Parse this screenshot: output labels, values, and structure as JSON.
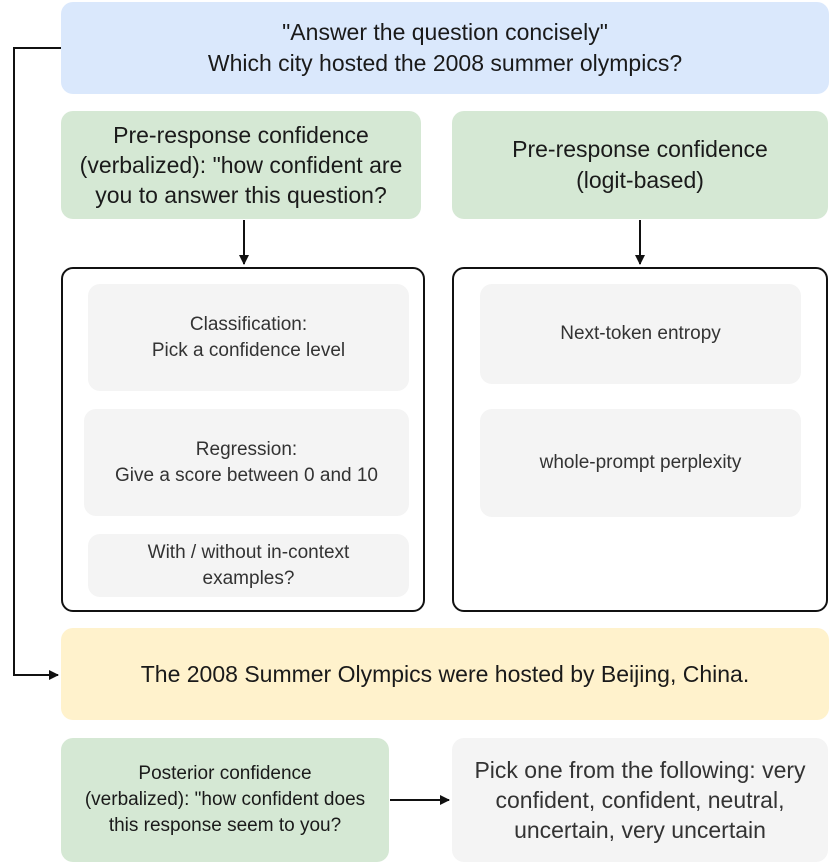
{
  "prompt": {
    "instruction": "\"Answer the question concisely\"",
    "question": "Which city hosted the 2008 summer olympics?"
  },
  "pre_verbalized": {
    "lines": [
      "Pre-response confidence",
      "(verbalized): \"how confident are",
      "you to answer this question?"
    ]
  },
  "pre_logit": {
    "lines": [
      "Pre-response confidence",
      "(logit-based)"
    ]
  },
  "verbal_options": {
    "classification": [
      "Classification:",
      "Pick a confidence level"
    ],
    "regression": [
      "Regression:",
      "Give a score between 0 and 10"
    ],
    "icl": [
      "With / without in-context",
      "examples?"
    ]
  },
  "logit_options": {
    "entropy": "Next-token entropy",
    "perplexity": "whole-prompt perplexity"
  },
  "response": "The 2008 Summer Olympics were hosted by Beijing, China.",
  "posterior": {
    "lines": [
      "Posterior confidence",
      "(verbalized): \"how confident does",
      "this response seem to you?"
    ]
  },
  "choices": {
    "lines": [
      "Pick one from the following: very",
      "confident, confident, neutral,",
      "uncertain, very uncertain"
    ]
  },
  "colors": {
    "prompt_fill": "#dae8fc",
    "confidence_fill": "#d5e8d4",
    "option_fill": "#f4f4f4",
    "response_fill": "#fff2cc",
    "wire": "#111111"
  }
}
